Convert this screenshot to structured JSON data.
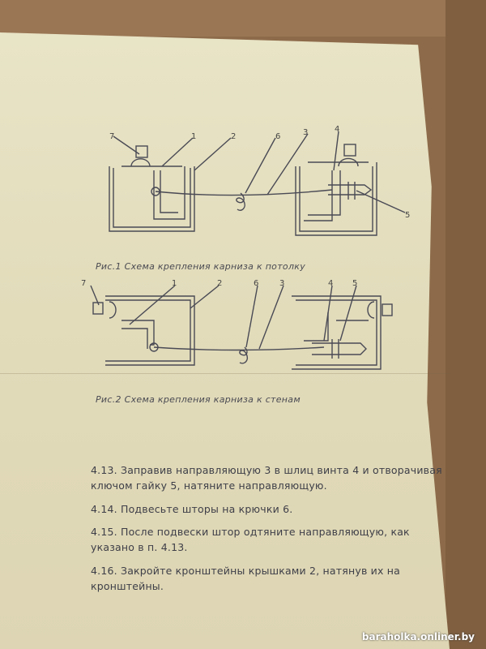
{
  "figure1": {
    "caption": "Рис.1  Схема крепления  карниза  к  потолку",
    "callouts": [
      "7",
      "1",
      "2",
      "6",
      "3",
      "4",
      "5"
    ]
  },
  "figure2": {
    "caption": "Рис.2  Схема крепления  карниза  к  стенам",
    "callouts": [
      "7",
      "1",
      "2",
      "6",
      "3",
      "4",
      "5"
    ]
  },
  "paragraphs": [
    "4.13. Заправив направляющую 3 в  шлиц винта 4 и отворачивая ключом   гайку 5, натяните направляющую.",
    "4.14. Подвесьте  шторы на  крючки 6.",
    "4.15. После подвески штор   одтяните  направляющую, как указано в п. 4.13.",
    "4.16. Закройте  кронштейны   крышками 2,  натянув их на кронштейны."
  ],
  "watermark": "baraholka.onliner.by",
  "colors": {
    "paper": "#e4ddbc",
    "ink": "#444450",
    "background": "#8a6a4a"
  }
}
